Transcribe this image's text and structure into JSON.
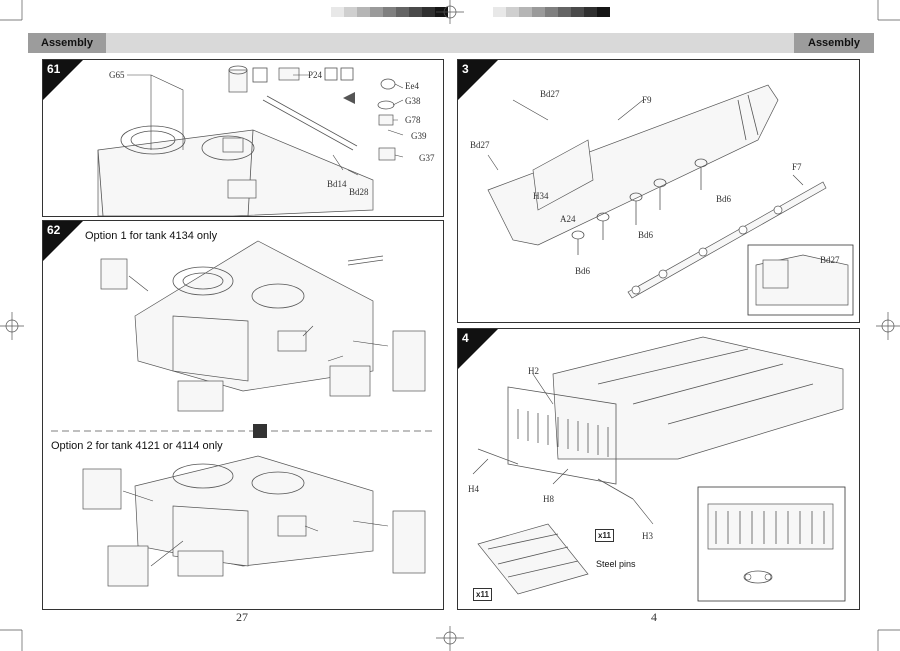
{
  "header": {
    "left_label": "Assembly",
    "right_label": "Assembly"
  },
  "colorbar": {
    "swatches": [
      "#ffffff",
      "#e8e8e8",
      "#cfcfcf",
      "#b5b5b5",
      "#9a9a9a",
      "#7f7f7f",
      "#646464",
      "#4a4a4a",
      "#303030",
      "#151515"
    ]
  },
  "steps": {
    "s61": {
      "number": "61",
      "labels": [
        "G65",
        "P24",
        "Ee4",
        "G38",
        "G78",
        "G39",
        "G37",
        "Bd14",
        "Bd28"
      ]
    },
    "s62": {
      "number": "62",
      "option1": "Option 1 for tank 4134 only",
      "option2": "Option 2 for tank 4121 or 4114 only"
    },
    "s3": {
      "number": "3",
      "labels": [
        "Bd27",
        "F9",
        "Bd27",
        "H34",
        "A24",
        "F7",
        "Bd6",
        "Bd6",
        "Bd6",
        "Bd27"
      ]
    },
    "s4": {
      "number": "4",
      "labels": [
        "H2",
        "H4",
        "H8",
        "H3"
      ],
      "count_a": "x11",
      "count_b": "x11",
      "steel_pins": "Steel pins"
    }
  },
  "pages": {
    "left": "27",
    "right": "4"
  }
}
